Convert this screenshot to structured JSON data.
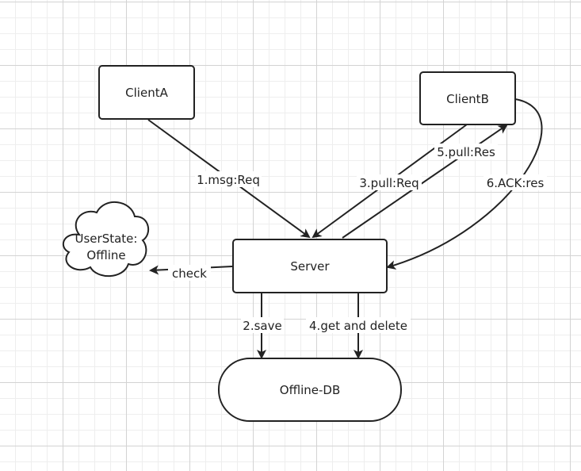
{
  "diagram": {
    "nodes": {
      "client_a": "ClientA",
      "client_b": "ClientB",
      "server": "Server",
      "offline_db": "Offline-DB",
      "user_state_line1": "UserState:",
      "user_state_line2": "Offline"
    },
    "edges": {
      "msg_req": "1.msg:Req",
      "save": "2.save",
      "pull_req": "3.pull:Req",
      "get_delete": "4.get and delete",
      "pull_res": "5.pull:Res",
      "ack_res": "6.ACK:res",
      "check": "check"
    }
  }
}
